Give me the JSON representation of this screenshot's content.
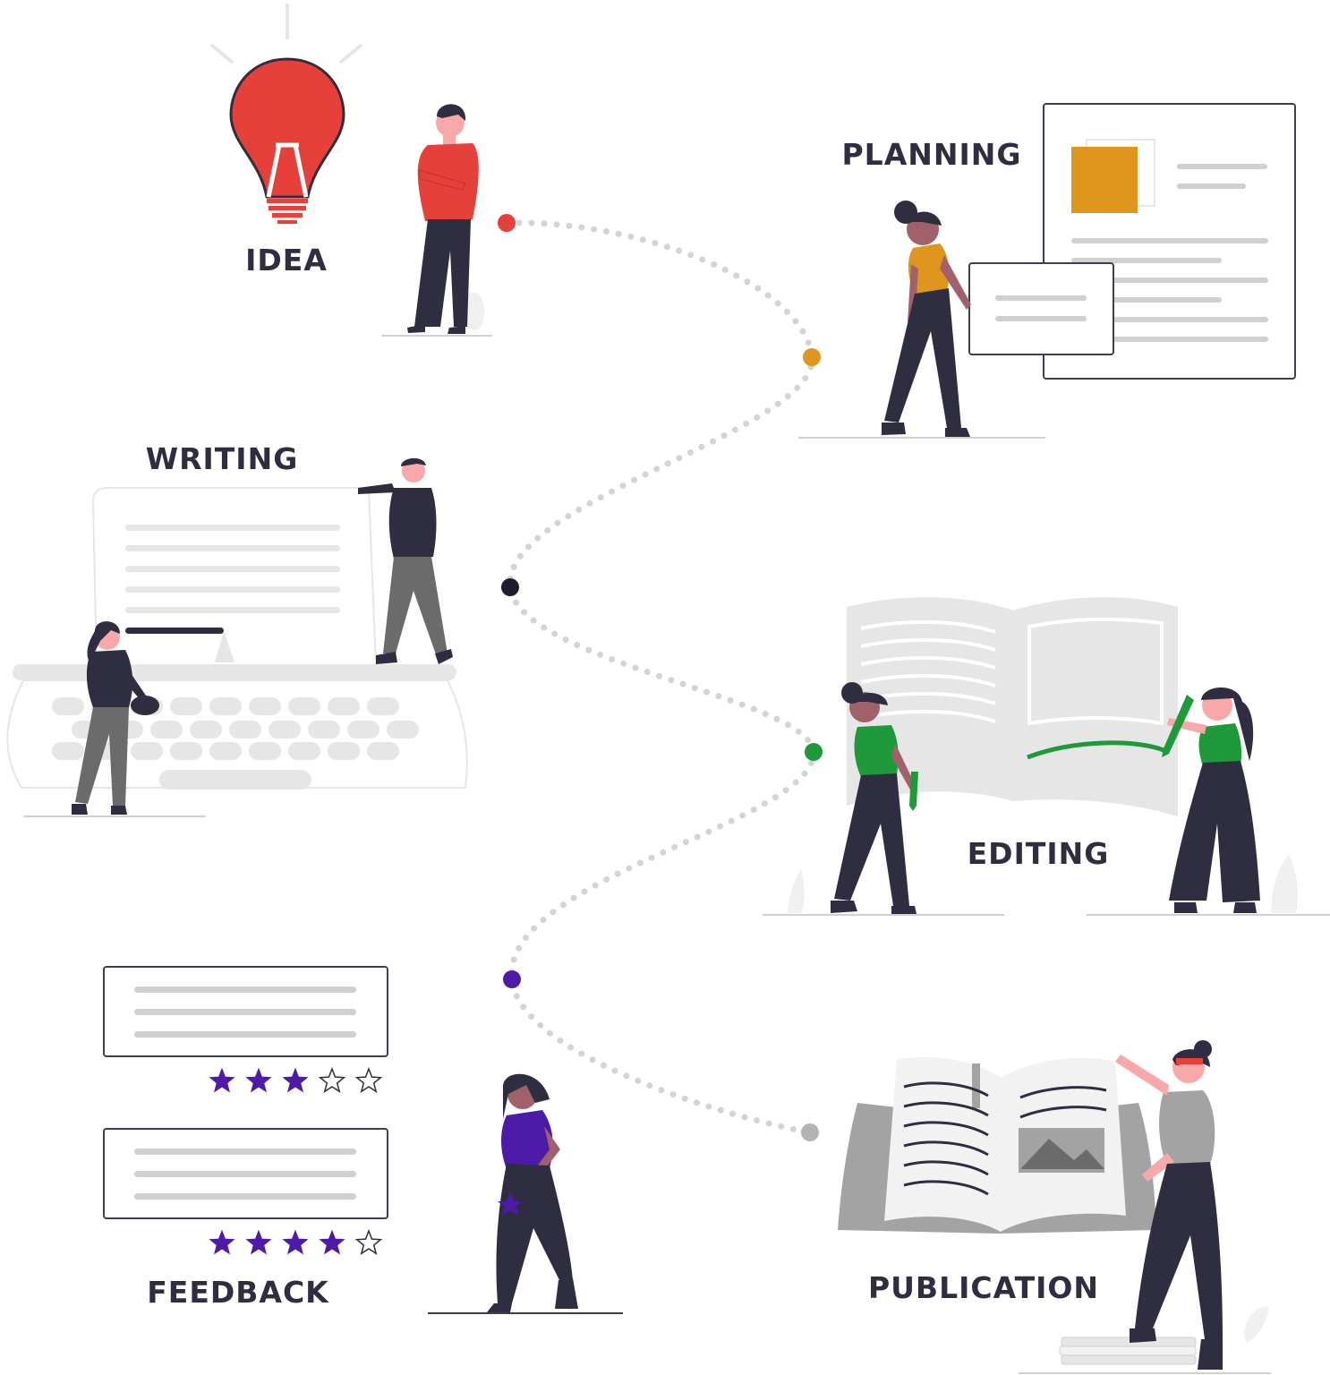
{
  "stages": [
    {
      "id": "idea",
      "label": "IDEA",
      "color": "#e5413a"
    },
    {
      "id": "planning",
      "label": "PLANNING",
      "color": "#e0961c"
    },
    {
      "id": "writing",
      "label": "WRITING",
      "color": "#1f1d2b"
    },
    {
      "id": "editing",
      "label": "EDITING",
      "color": "#1f9a3a"
    },
    {
      "id": "feedback",
      "label": "FEEDBACK",
      "color": "#4e1aa8"
    },
    {
      "id": "publication",
      "label": "PUBLICATION",
      "color": "#b3b3b3"
    }
  ],
  "feedback_ratings": [
    {
      "filled": 3,
      "total": 5
    },
    {
      "filled": 4,
      "total": 5
    }
  ],
  "colors": {
    "ink": "#2f2e41",
    "path_dots": "#d4d4d4",
    "light_gray": "#e6e6e6",
    "mid_gray": "#d0d0d0",
    "skin": "#f8a8a8",
    "skin_dark": "#a0616a",
    "hair": "#2f2e41",
    "star": "#4e1aa8"
  }
}
